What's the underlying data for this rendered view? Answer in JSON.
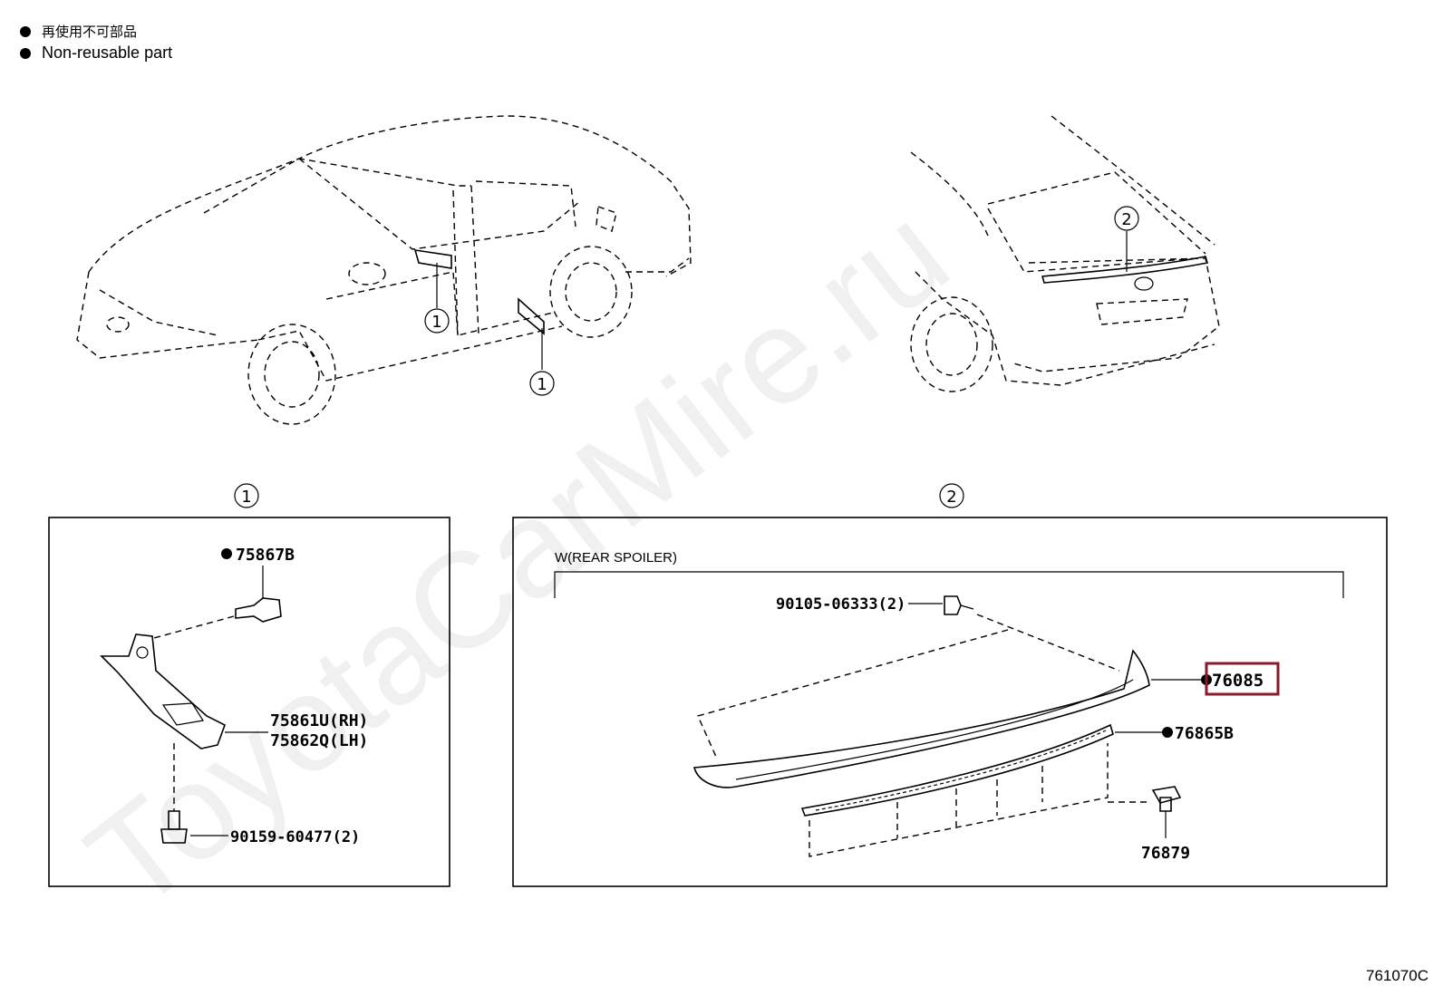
{
  "legend": {
    "line_cjk": "再使用不可部品",
    "line_en": "Non-reusable part"
  },
  "watermark": "ToyotaCarMire.ru",
  "overview": {
    "callout_1": "1",
    "callout_2": "2"
  },
  "panel1": {
    "index_label": "1",
    "parts": {
      "clip": "75867B",
      "bracket_rh": "75861U(RH)",
      "bracket_lh": "75862Q(LH)",
      "screw": "90159-60477(2)"
    }
  },
  "panel2": {
    "index_label": "2",
    "subtitle": "W(REAR SPOILER)",
    "parts": {
      "bolt": "90105-06333(2)",
      "spoiler": "76085",
      "seal": "76865B",
      "nut": "76879"
    },
    "highlight_color": "#8b1a2b"
  },
  "diagram_code": "761070C"
}
